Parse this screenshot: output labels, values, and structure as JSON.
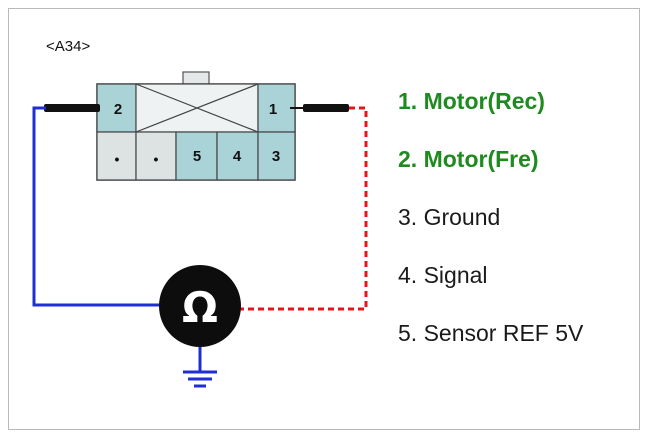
{
  "connector": {
    "id": "<A34>",
    "pins_top": [
      "2",
      "1"
    ],
    "pins_bottom": [
      "•",
      "•",
      "5",
      "4",
      "3"
    ]
  },
  "meter": {
    "symbol": "Ω"
  },
  "legend": [
    {
      "label": "1. Motor(Rec)",
      "highlight": true
    },
    {
      "label": "2. Motor(Fre)",
      "highlight": true
    },
    {
      "label": "3. Ground",
      "highlight": false
    },
    {
      "label": "4. Signal",
      "highlight": false
    },
    {
      "label": "5. Sensor REF 5V",
      "highlight": false
    }
  ],
  "colors": {
    "pin_fill": "#a9d3d6",
    "blank_fill": "#dde3e3",
    "lead_positive": "#1f2fd6",
    "lead_negative": "#e8141b",
    "ground": "#1f2fd6",
    "highlight_text": "#1f8a1f"
  }
}
